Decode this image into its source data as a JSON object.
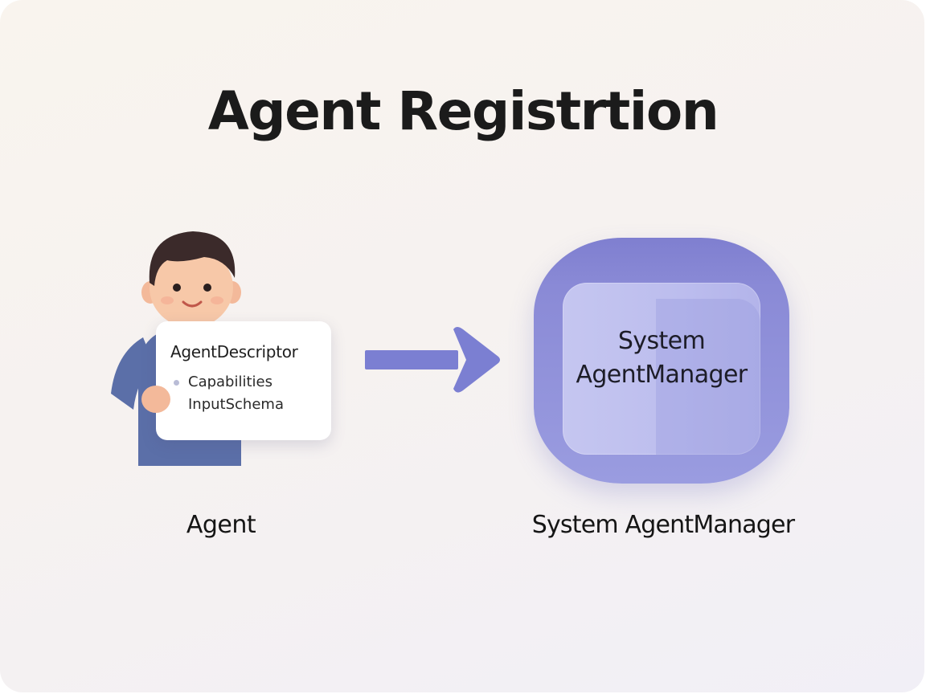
{
  "title": "Agent Registrtion",
  "agent": {
    "card": {
      "title": "AgentDescriptor",
      "items": [
        "Capabilities",
        "InputSchema"
      ]
    },
    "label": "Agent"
  },
  "manager": {
    "box_line1": "System",
    "box_line2": "AgentManager",
    "label": "System AgentManager"
  },
  "colors": {
    "accent": "#7b7fd2",
    "agent_shirt": "#5b6fa8",
    "agent_skin": "#f6c4a5",
    "agent_hair": "#3b2a2a"
  },
  "icons": {
    "agent": "person-icon",
    "flow": "arrow-right-icon"
  }
}
